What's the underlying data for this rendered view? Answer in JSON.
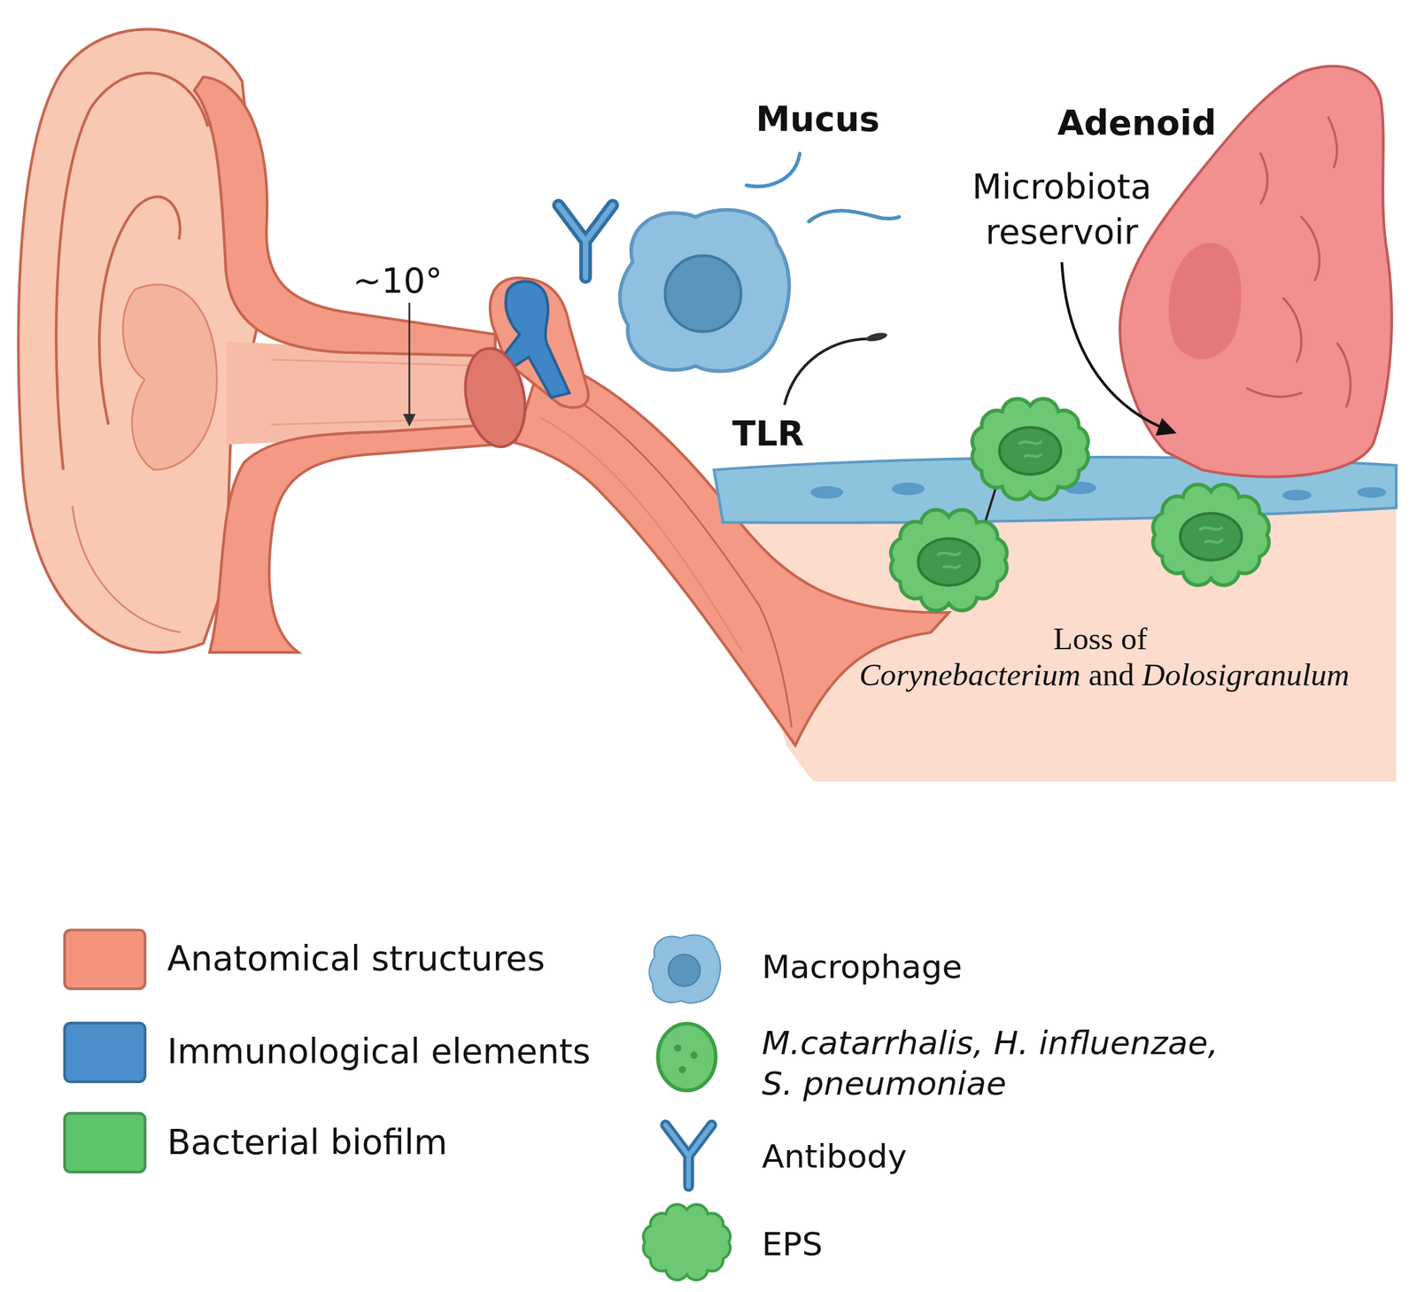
{
  "diagram": {
    "labels": [
      "~10°",
      "Mucus",
      "Adenoid",
      "Microbiota reservoir",
      "TLR",
      "Loss of Corynebacterium and Dolosigranulum"
    ],
    "legend": [
      {
        "text": "Anatomical structures",
        "color": "#f4937c"
      },
      {
        "text": "Immunological elements",
        "color": "#4a8fcb"
      },
      {
        "text": "Bacterial biofilm",
        "color": "#5ec46c"
      },
      {
        "text": "Macrophage"
      },
      {
        "text": "M.catarrhalis, H. influenzae, S. pneumoniae"
      },
      {
        "text": "Antibody"
      },
      {
        "text": "EPS"
      }
    ]
  }
}
